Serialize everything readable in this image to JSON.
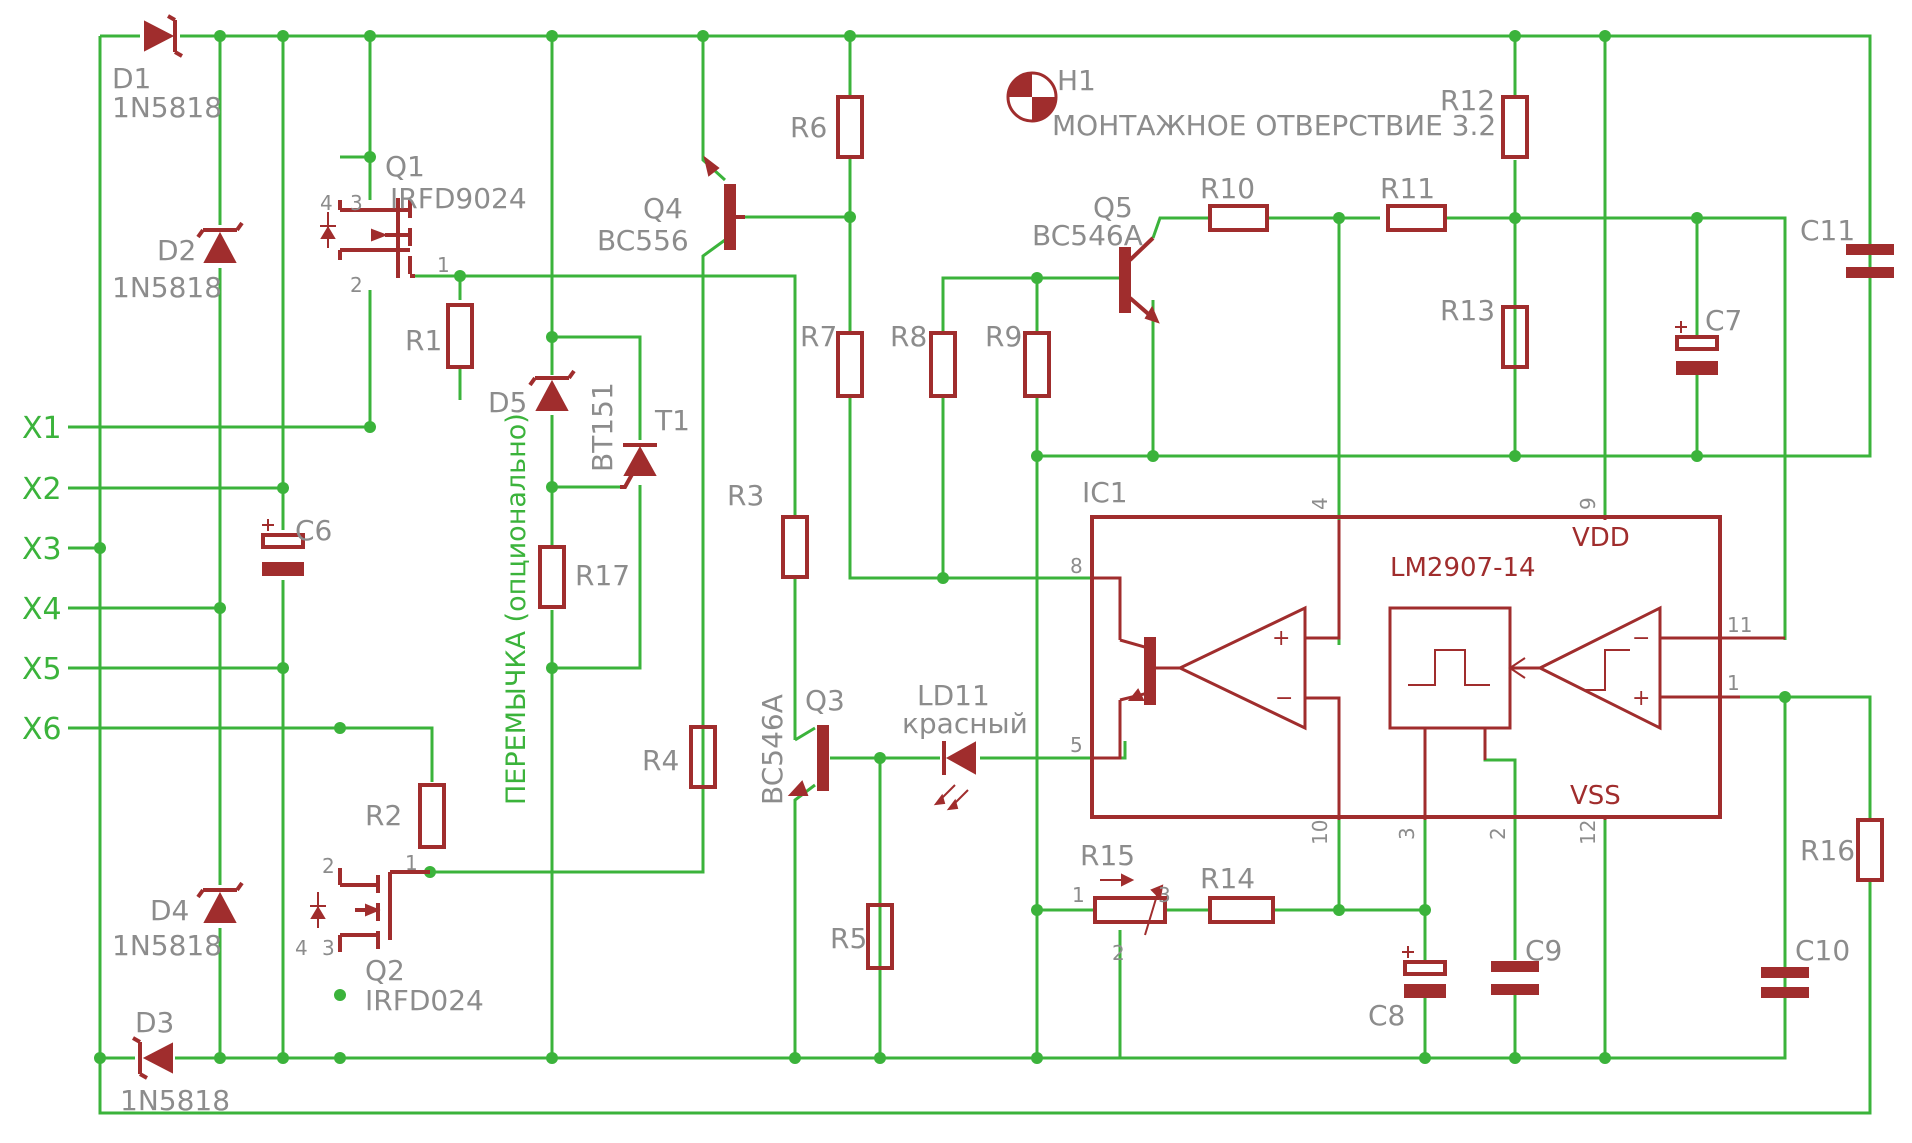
{
  "terminals": [
    "X1",
    "X2",
    "X3",
    "X4",
    "X5",
    "X6"
  ],
  "components": {
    "D1": {
      "ref": "D1",
      "value": "1N5818"
    },
    "D2": {
      "ref": "D2",
      "value": "1N5818"
    },
    "D3": {
      "ref": "D3",
      "value": "1N5818"
    },
    "D4": {
      "ref": "D4",
      "value": "1N5818"
    },
    "D5": {
      "ref": "D5"
    },
    "Q1": {
      "ref": "Q1",
      "value": "IRFD9024"
    },
    "Q2": {
      "ref": "Q2",
      "value": "IRFD024"
    },
    "Q3": {
      "ref": "Q3",
      "value": "BC546A"
    },
    "Q4": {
      "ref": "Q4",
      "value": "BC556"
    },
    "Q5": {
      "ref": "Q5",
      "value": "BC546A"
    },
    "T1": {
      "ref": "T1",
      "value": "BT151"
    },
    "LD11": {
      "ref": "LD11",
      "value": "красный"
    },
    "IC1": {
      "ref": "IC1",
      "value": "LM2907-14",
      "vdd": "VDD",
      "vss": "VSS"
    },
    "H1": {
      "ref": "H1",
      "value": "МОНТАЖНОЕ ОТВЕРСТВИЕ 3.2"
    },
    "R1": "R1",
    "R2": "R2",
    "R3": "R3",
    "R4": "R4",
    "R5": "R5",
    "R6": "R6",
    "R7": "R7",
    "R8": "R8",
    "R9": "R9",
    "R10": "R10",
    "R11": "R11",
    "R12": "R12",
    "R13": "R13",
    "R14": "R14",
    "R15": "R15",
    "R16": "R16",
    "R17": "R17",
    "C6": "C6",
    "C7": "C7",
    "C8": "C8",
    "C9": "C9",
    "C10": "C10",
    "C11": "C11"
  },
  "jumper_note": "ПЕРЕМЫЧКА (опционально)",
  "pins": {
    "q1": [
      "4",
      "3",
      "2",
      "1"
    ],
    "q2": [
      "2",
      "4",
      "3",
      "1"
    ],
    "ic": [
      "8",
      "5",
      "4",
      "9",
      "11",
      "1",
      "10",
      "3",
      "2",
      "12"
    ],
    "r15": [
      "1",
      "3",
      "2"
    ]
  },
  "colors": {
    "wire": "#3bb33b",
    "part": "#a02d2d",
    "label": "#8c8c8c"
  }
}
